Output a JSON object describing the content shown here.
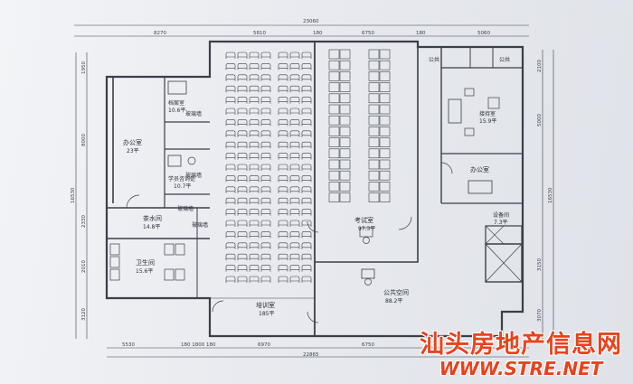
{
  "dims": {
    "top_total": "23060",
    "top_a": "8270",
    "top_b": "5810",
    "top_c": "180",
    "top_d": "6750",
    "top_e": "180",
    "top_f": "5060",
    "left_a": "1950",
    "left_b": "8000",
    "left_c": "2330",
    "left_d": "2010",
    "left_e": "3120",
    "left_total": "16530",
    "right_a": "2100",
    "right_b": "5000",
    "right_c": "16530",
    "right_d": "3150",
    "right_e": "3070",
    "bottom_a": "5530",
    "bottom_b": "180 1800 180",
    "bottom_c": "6970",
    "bottom_d": "6750",
    "bottom_e": "22865"
  },
  "rooms": {
    "archive": {
      "name": "档案室",
      "area": "10.6平"
    },
    "office_left": {
      "name": "办公室",
      "area": "23平"
    },
    "consult": {
      "name": "学员咨询处",
      "area": "10.7平"
    },
    "tea": {
      "name": "茶水间",
      "area": "14.8平"
    },
    "restroom": {
      "name": "卫生间",
      "area": "15.6平"
    },
    "training": {
      "name": "培训室",
      "area": "185平"
    },
    "exam": {
      "name": "考试室",
      "area": "97.3平"
    },
    "public": {
      "name": "公共空间",
      "area": "88.2平"
    },
    "reception": {
      "name": "接待室",
      "area": "15.9平"
    },
    "office_right": {
      "name": "办公室",
      "area": ""
    },
    "equipment": {
      "name": "设备间",
      "area": "7.3平"
    }
  },
  "small_labels": {
    "glass1": "玻璃墙",
    "glass2": "玻璃墙",
    "glass3": "玻璃墙",
    "glass4": "玻璃墙",
    "wc1": "公共",
    "wc2": "公共"
  },
  "watermark": {
    "line1": "汕头房地产信息网",
    "line2": "WWW.STRE.NET"
  }
}
